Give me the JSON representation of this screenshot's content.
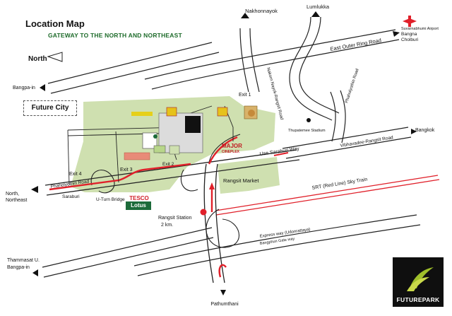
{
  "header": {
    "title": "Location Map",
    "subtitle": "GATEWAY TO THE NORTH AND NORTHEAST"
  },
  "compass": {
    "label": "North"
  },
  "district": {
    "label": "Future City"
  },
  "labels": {
    "nakhonnayok": "Nakhonnayok",
    "lumlukka": "Lumlukka",
    "airport_1": "Suvarnabhumi Airport",
    "airport_2": "Bangna",
    "airport_3": "Cholburi",
    "outer_ring": "East Outer Ring Road",
    "bangpain": "Bangpa-in",
    "exit1": "Exit 1",
    "exit2": "Exit 2",
    "exit3": "Exit 3",
    "exit4": "Exit 4",
    "nakorn_nayok_road": "Nakorn Nayok-Rangsit Road",
    "phaholyothin_road_v": "Phaholyothin Road",
    "thupatemee": "Thupatemee Stadium",
    "bangkok": "Bangkok",
    "vibhavadee": "Vibhavadee-Rangsit Road",
    "use_saraburi": "Use Saraburi Way",
    "rangsit_market": "Rangsit Market",
    "srt": "SRT (Red Line) Sky Train",
    "north_ne_1": "North,",
    "north_ne_2": "Northeast",
    "phaholyothin_road": "Phaholyothin Road",
    "saraburi": "Saraburi",
    "uturn": "U-Turn Bridge",
    "rangsit_station_1": "Rangsit Station",
    "rangsit_station_2": "2 km.",
    "expressway": "Express way (Udonrattaya)",
    "gateway": "Bangphun Gate way",
    "thammasat_1": "Thammasat U.",
    "thammasat_2": "Bangpa-in",
    "pathumthani": "Pathumthani"
  },
  "brands": {
    "tesco": "TESCO",
    "lotus": "Lotus",
    "major_1": "MAJOR",
    "major_2": "CINEPLEX",
    "logo": "FUTUREPARK"
  },
  "colors": {
    "site": "#cfe0b0",
    "road": "#222222",
    "route": "#e0202a",
    "subtitle": "#1d6b2a",
    "logo_bg": "#0f0f0f"
  }
}
